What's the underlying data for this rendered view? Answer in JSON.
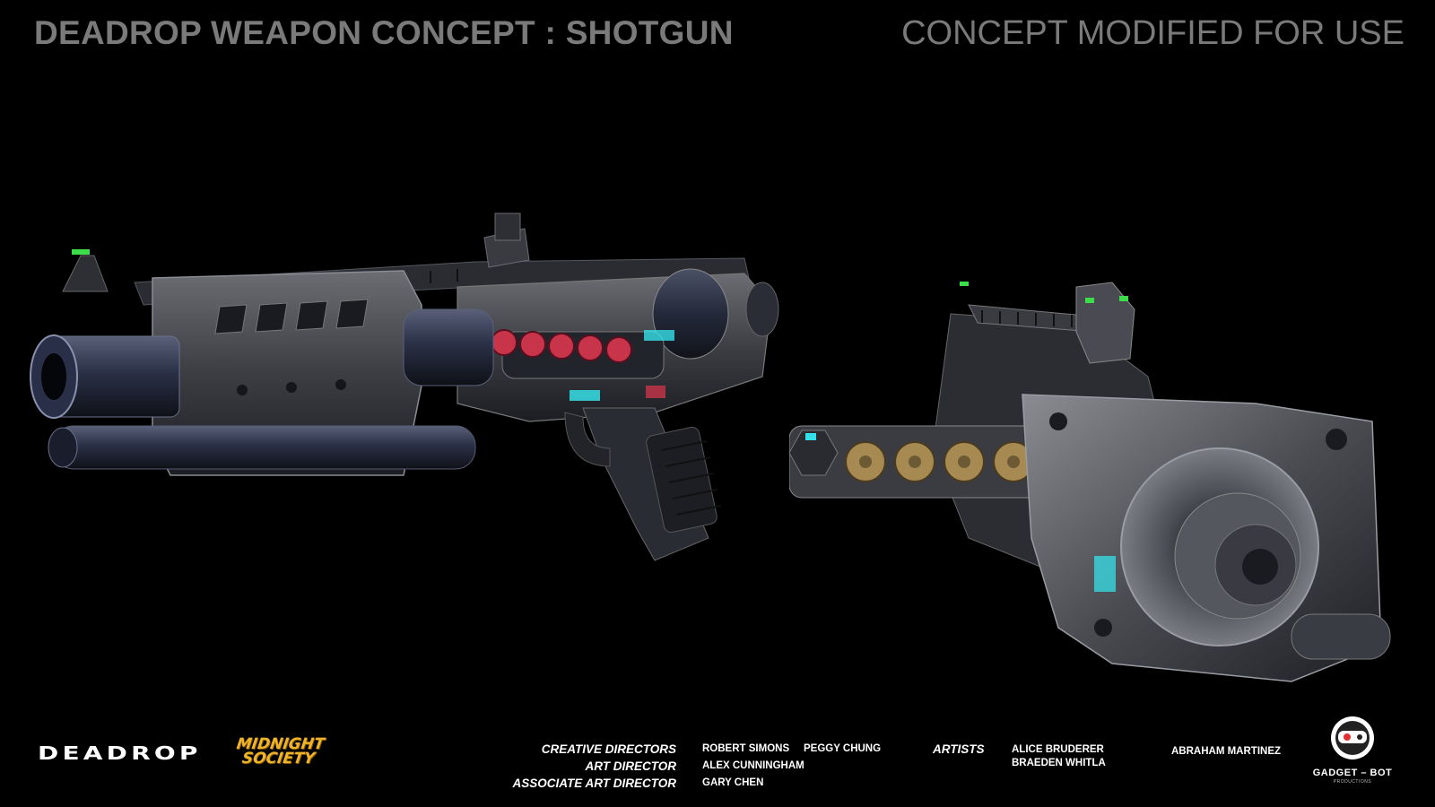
{
  "header": {
    "title": "DEADROP WEAPON CONCEPT : SHOTGUN",
    "subtitle": "CONCEPT MODIFIED FOR USE"
  },
  "credits": {
    "roles": [
      "CREATIVE DIRECTORS",
      "ART DIRECTOR",
      "ASSOCIATE ART DIRECTOR"
    ],
    "creative_directors": [
      "ROBERT SIMONS",
      "PEGGY CHUNG"
    ],
    "art_director": "ALEX CUNNINGHAM",
    "associate_art_director": "GARY CHEN",
    "artists_label": "ARTISTS",
    "artists": [
      "ALICE BRUDERER",
      "BRAEDEN WHITLA",
      "ABRAHAM MARTINEZ"
    ]
  },
  "logos": {
    "deadrop": "DEADROP",
    "midnight_society": "MIDNIGHT SOCIETY",
    "gadget_bot": "GADGET – BOT",
    "gadget_bot_sub": "PRODUCTIONS"
  },
  "colors": {
    "background": "#000000",
    "title_gray": "#7a7a7a",
    "accent_green": "#3ddc4a",
    "accent_cyan": "#36e0e8",
    "shell_red": "#c8344a",
    "midnight_gold": "#f0b429"
  }
}
